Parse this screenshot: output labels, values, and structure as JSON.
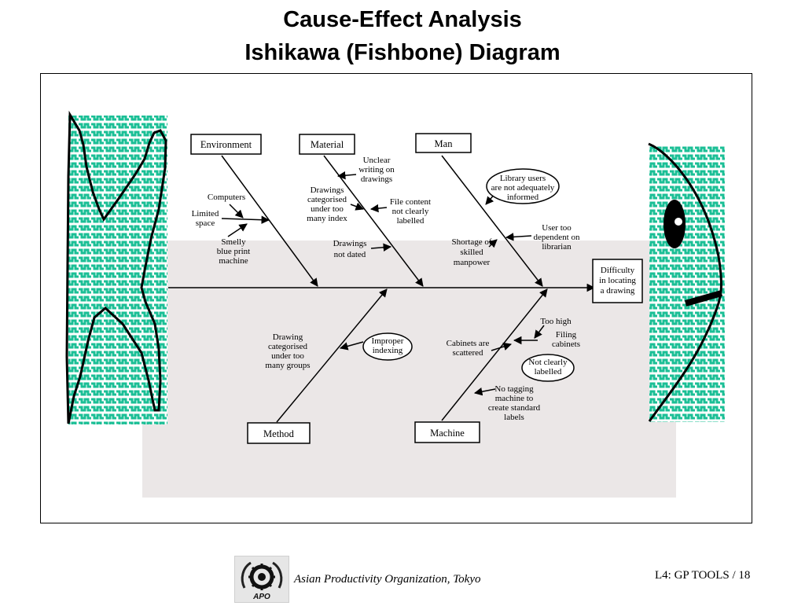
{
  "slide": {
    "title_line1": "Cause-Effect Analysis",
    "title_line2": "Ishikawa (Fishbone) Diagram"
  },
  "diagram": {
    "effect": [
      "Difficulty",
      "in locating",
      "a drawing"
    ],
    "categories": {
      "environment": "Environment",
      "material": "Material",
      "man": "Man",
      "method": "Method",
      "machine": "Machine"
    },
    "causes": {
      "computers": [
        "Computers"
      ],
      "limited_space": [
        "Limited",
        "space"
      ],
      "smelly_machine": [
        "Smelly",
        "blue print",
        "machine"
      ],
      "unclear_writing": [
        "Unclear",
        "writing on",
        "drawings"
      ],
      "drawings_categorised_index": [
        "Drawings",
        "categorised",
        "under too",
        "many index"
      ],
      "file_content": [
        "File content",
        "not clearly",
        "labelled"
      ],
      "drawings_not_dated": [
        "Drawings",
        "not dated"
      ],
      "library_users": [
        "Library users",
        "are not adequately",
        "informed"
      ],
      "user_too_dependent": [
        "User too",
        "dependent on",
        "librarian"
      ],
      "shortage_manpower": [
        "Shortage of",
        "skilled",
        "manpower"
      ],
      "drawing_categorised_groups": [
        "Drawing",
        "categorised",
        "under too",
        "many groups"
      ],
      "improper_indexing": [
        "Improper",
        "indexing"
      ],
      "cabinets_scattered": [
        "Cabinets are",
        "scattered"
      ],
      "too_high": [
        "Too high"
      ],
      "filing_cabinets": [
        "Filing",
        "cabinets"
      ],
      "not_clearly_labelled": [
        "Not clearly",
        "labelled"
      ],
      "no_tagging": [
        "No tagging",
        "machine to",
        "create standard",
        "labels"
      ]
    }
  },
  "footer": {
    "logo_text": "APO",
    "organization": "Asian Productivity Organization, Tokyo",
    "page": "L4: GP TOOLS / 18"
  },
  "colors": {
    "pattern_teal": "#1bbf96",
    "panel_gray": "#ebe7e7"
  }
}
